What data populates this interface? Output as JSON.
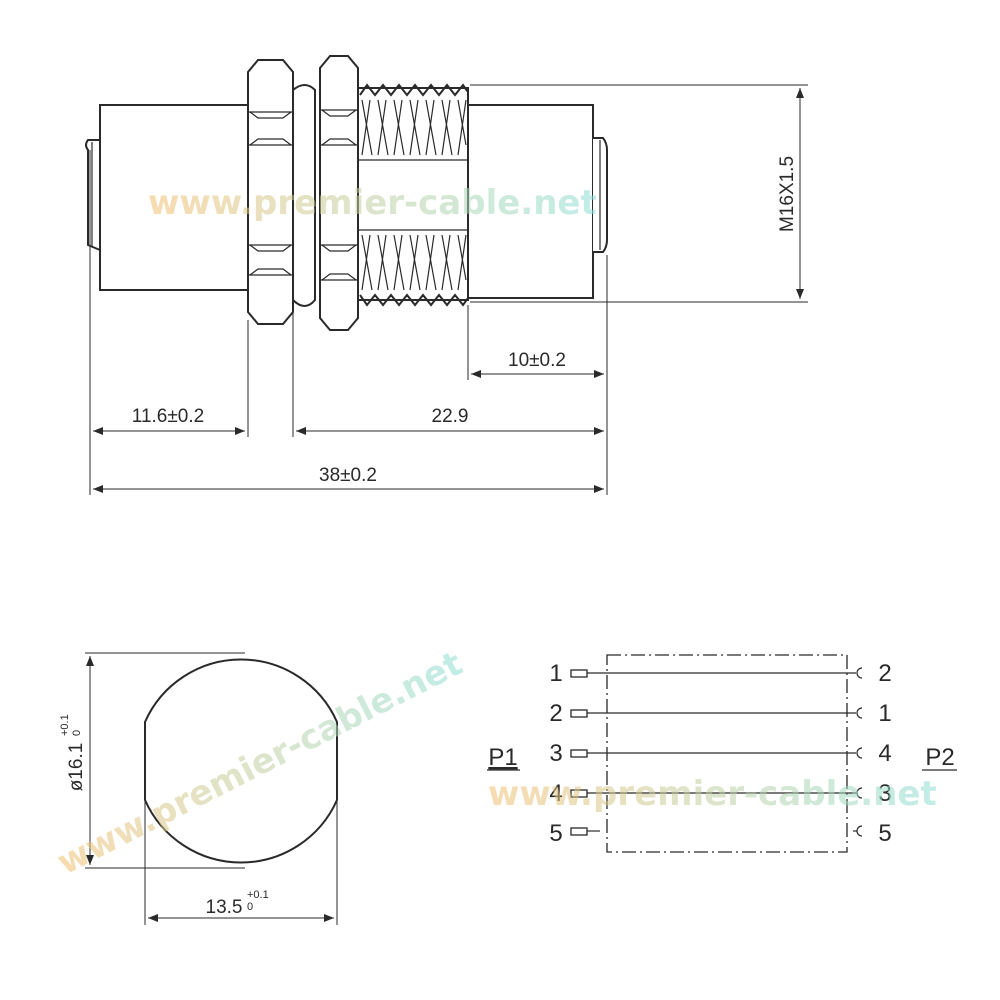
{
  "dimensions": {
    "thread": "M16X1.5",
    "thread_length": "10±0.2",
    "front_length": "11.6±0.2",
    "rear_length": "22.9",
    "total_length": "38±0.2",
    "diameter_base": "ø16.1",
    "diameter_tol_upper": "+0.1",
    "diameter_tol_lower": "0",
    "flat_base": "13.5",
    "flat_tol_upper": "+0.1",
    "flat_tol_lower": "0"
  },
  "wiring": {
    "left_label": "P1",
    "right_label": "P2",
    "left_pins": [
      "1",
      "2",
      "3",
      "4",
      "5"
    ],
    "right_pins": [
      "2",
      "1",
      "4",
      "3",
      "5"
    ]
  },
  "watermark": {
    "text": "www.premier-cable.net",
    "color_start": "#f3c070",
    "color_end": "#8fe0d4"
  }
}
